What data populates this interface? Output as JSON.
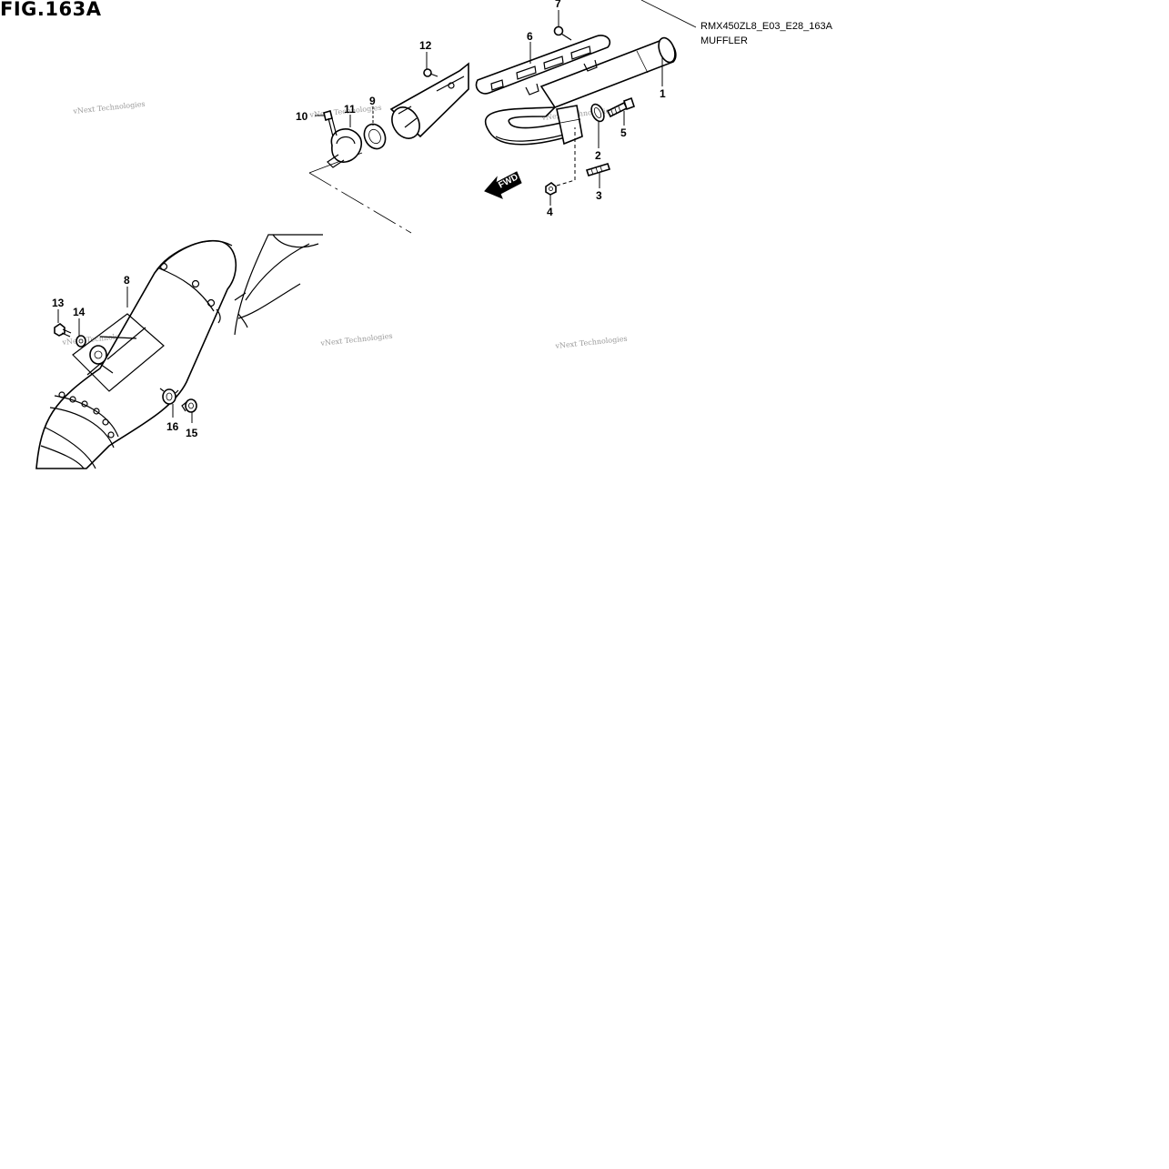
{
  "figure": {
    "title": "FIG.163A",
    "reference_code": "RMX450ZL8_E03_E28_163A",
    "section_name": "MUFFLER",
    "direction_label": "FWD"
  },
  "watermark": {
    "text": "vNext Technologies"
  },
  "callouts": [
    {
      "id": "1",
      "label": "1"
    },
    {
      "id": "2",
      "label": "2"
    },
    {
      "id": "3",
      "label": "3"
    },
    {
      "id": "4",
      "label": "4"
    },
    {
      "id": "5",
      "label": "5"
    },
    {
      "id": "6",
      "label": "6"
    },
    {
      "id": "7",
      "label": "7"
    },
    {
      "id": "8",
      "label": "8"
    },
    {
      "id": "9",
      "label": "9"
    },
    {
      "id": "10",
      "label": "10"
    },
    {
      "id": "11",
      "label": "11"
    },
    {
      "id": "12",
      "label": "12"
    },
    {
      "id": "13",
      "label": "13"
    },
    {
      "id": "14",
      "label": "14"
    },
    {
      "id": "15",
      "label": "15"
    },
    {
      "id": "16",
      "label": "16"
    }
  ]
}
